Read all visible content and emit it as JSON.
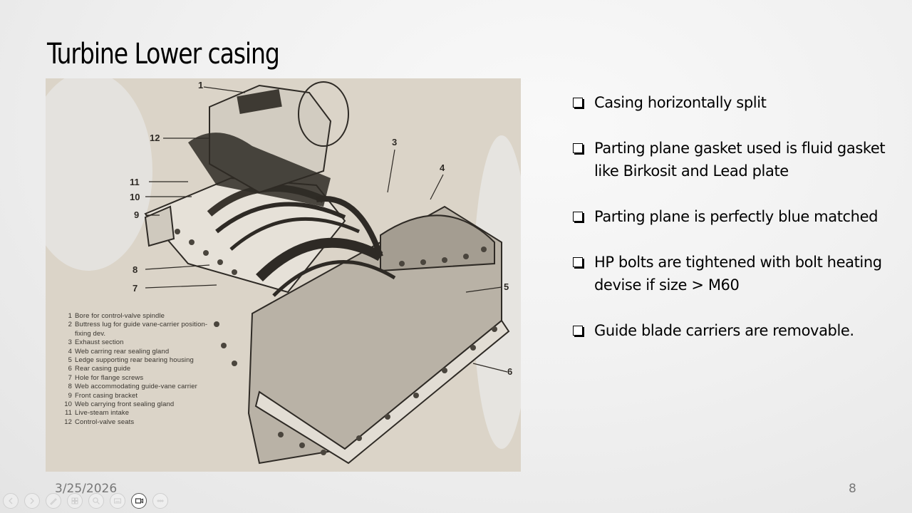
{
  "slide": {
    "title": "Turbine Lower casing",
    "date": "3/25/2026",
    "page_number": "8"
  },
  "figure": {
    "callouts": [
      "1",
      "12",
      "11",
      "10",
      "9",
      "8",
      "7",
      "3",
      "4",
      "5",
      "6"
    ],
    "legend": [
      {
        "num": "1",
        "text": "Bore for control-valve spindle"
      },
      {
        "num": "2",
        "text": "Buttress lug for guide vane-carrier position-fixing dev."
      },
      {
        "num": "3",
        "text": "Exhaust section"
      },
      {
        "num": "4",
        "text": "Web carring rear sealing gland"
      },
      {
        "num": "5",
        "text": "Ledge supporting rear bearing housing"
      },
      {
        "num": "6",
        "text": "Rear casing guide"
      },
      {
        "num": "7",
        "text": "Hole for flange screws"
      },
      {
        "num": "8",
        "text": "Web accommodating guide-vane carrier"
      },
      {
        "num": "9",
        "text": "Front casing bracket"
      },
      {
        "num": "10",
        "text": "Web carrying front sealing gland"
      },
      {
        "num": "11",
        "text": "Live-steam intake"
      },
      {
        "num": "12",
        "text": "Control-valve seats"
      }
    ]
  },
  "bullets": [
    {
      "text": " Casing horizontally split"
    },
    {
      "text": " Parting plane gasket used is fluid gasket like Birkosit and Lead plate"
    },
    {
      "text": "Parting plane is perfectly blue matched"
    },
    {
      "text": " HP bolts are tightened with bolt heating devise if size > M60"
    },
    {
      "text": "Guide blade carriers are removable."
    }
  ],
  "controls": [
    {
      "name": "previous-slide",
      "icon": "chevron-left-icon"
    },
    {
      "name": "next-slide",
      "icon": "chevron-right-icon"
    },
    {
      "name": "pen-tool",
      "icon": "pen-icon"
    },
    {
      "name": "see-all-slides",
      "icon": "grid-icon"
    },
    {
      "name": "zoom",
      "icon": "magnifier-icon"
    },
    {
      "name": "subtitles",
      "icon": "subtitles-icon"
    },
    {
      "name": "camera",
      "icon": "video-camera-icon"
    },
    {
      "name": "more-options",
      "icon": "ellipsis-icon"
    }
  ],
  "colors": {
    "figure_background": "#dcd6cc",
    "ink": "#2e2a25",
    "footer_text": "#777777"
  }
}
